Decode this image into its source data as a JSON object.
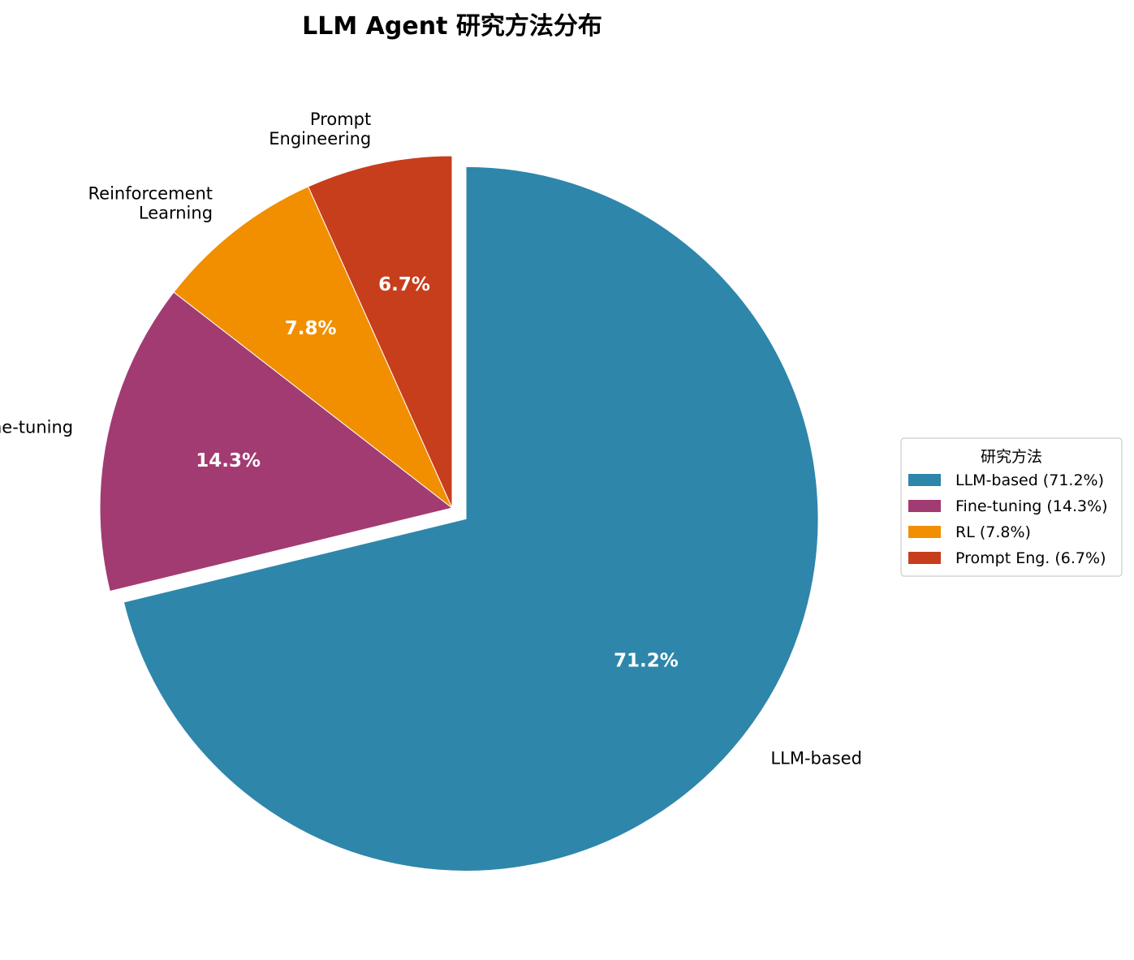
{
  "chart_data": {
    "type": "pie",
    "title": "LLM Agent 研究方法分布",
    "start_angle_deg": 90,
    "direction": "clockwise",
    "slices": [
      {
        "label": "LLM-based",
        "label_lines": [
          "LLM-based"
        ],
        "value": 71.2,
        "pct_text": "71.2%",
        "color": "#2E86AB",
        "explode": 0.05,
        "legend": "LLM-based (71.2%)"
      },
      {
        "label": "Fine-tuning",
        "label_lines": [
          "Fine-tuning"
        ],
        "value": 14.3,
        "pct_text": "14.3%",
        "color": "#A23B72",
        "explode": 0,
        "legend": "Fine-tuning (14.3%)"
      },
      {
        "label": "Reinforcement Learning",
        "label_lines": [
          "Reinforcement",
          "Learning"
        ],
        "value": 7.8,
        "pct_text": "7.8%",
        "color": "#F18F01",
        "explode": 0,
        "legend": "RL (7.8%)"
      },
      {
        "label": "Prompt Engineering",
        "label_lines": [
          "Prompt",
          "Engineering"
        ],
        "value": 6.7,
        "pct_text": "6.7%",
        "color": "#C73E1D",
        "explode": 0,
        "legend": "Prompt Eng. (6.7%)"
      }
    ],
    "legend": {
      "title": "研究方法",
      "placement": "right"
    }
  }
}
